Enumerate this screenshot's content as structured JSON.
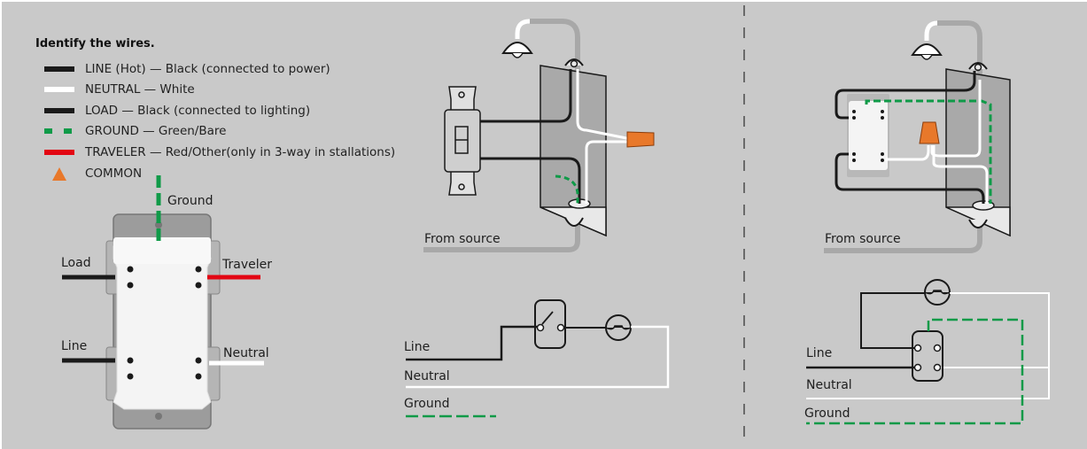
{
  "legend": {
    "title": "Identify the wires.",
    "items": [
      {
        "name": "line",
        "label": "LINE (Hot) — Black (connected to power)",
        "color": "#1a1a1a",
        "style": "solid"
      },
      {
        "name": "neutral",
        "label": "NEUTRAL — White",
        "color": "#ffffff",
        "style": "solid"
      },
      {
        "name": "load",
        "label": "LOAD — Black (connected to lighting)",
        "color": "#1a1a1a",
        "style": "solid"
      },
      {
        "name": "ground",
        "label": "GROUND — Green/Bare",
        "color": "#0f9a48",
        "style": "dashed"
      },
      {
        "name": "traveler",
        "label": "TRAVELER — Red/Other(only in 3-way in stallations)",
        "color": "#e30613",
        "style": "solid"
      },
      {
        "name": "common",
        "label": "COMMON",
        "color": "#e8782a",
        "style": "triangle"
      }
    ]
  },
  "device": {
    "labels": {
      "ground": "Ground",
      "load": "Load",
      "traveler": "Traveler",
      "line": "Line",
      "neutral": "Neutral"
    }
  },
  "panel_traditional": {
    "from_source": "From source",
    "schematic": {
      "line": "Line",
      "neutral": "Neutral",
      "ground": "Ground"
    }
  },
  "panel_smart": {
    "from_source": "From source",
    "schematic": {
      "line": "Line",
      "neutral": "Neutral",
      "ground": "Ground"
    }
  },
  "colors": {
    "background": "#c9c9c9",
    "black_wire": "#1a1a1a",
    "white_wire": "#ffffff",
    "ground_wire": "#0f9a48",
    "traveler_wire": "#e30613",
    "wire_nut": "#e8782a",
    "cable_sheath": "#a8a8a8",
    "divider": "#6a6a6a"
  }
}
